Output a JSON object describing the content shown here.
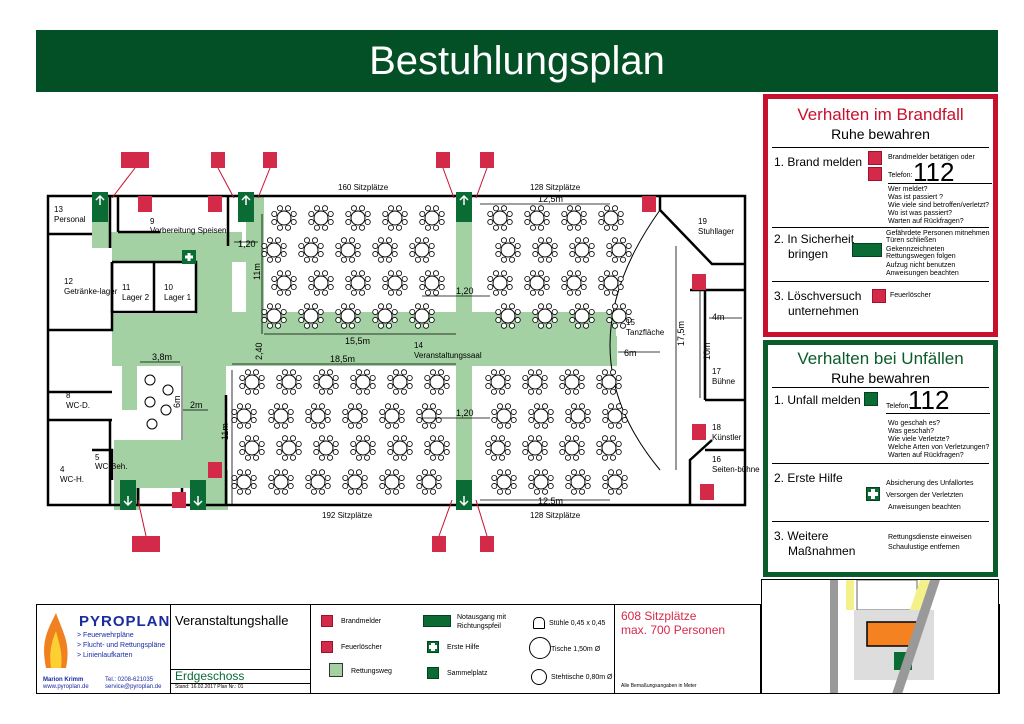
{
  "header": {
    "title": "Bestuhlungsplan"
  },
  "colors": {
    "header_green": "#034f26",
    "fire_red": "#c8102e",
    "accident_green": "#0a5c2a",
    "escape_route": "#a3d1a3",
    "sign_red": "#d42a4a",
    "sign_green": "#0a6b35"
  },
  "plan": {
    "rooms": [
      {
        "id": "13",
        "name": "Personal"
      },
      {
        "id": "9",
        "name": "Vorbereitung Speisen"
      },
      {
        "id": "12",
        "name": "Getränke-lager"
      },
      {
        "id": "11",
        "name": "Lager 2"
      },
      {
        "id": "10",
        "name": "Lager 1"
      },
      {
        "id": "8",
        "name": "WC-D."
      },
      {
        "id": "5",
        "name": "WC-Beh."
      },
      {
        "id": "4",
        "name": "WC-H."
      },
      {
        "id": "14",
        "name": "Veranstaltungssaal"
      },
      {
        "id": "15",
        "name": "Tanzfläche"
      },
      {
        "id": "19",
        "name": "Stuhllager"
      },
      {
        "id": "17",
        "name": "Bühne"
      },
      {
        "id": "18",
        "name": "Künstler"
      },
      {
        "id": "16",
        "name": "Seiten-bühne"
      }
    ],
    "seat_labels": {
      "top_left": "160 Sitzplätze",
      "top_right": "128 Sitzplätze",
      "bottom_left": "192 Sitzplätze",
      "bottom_right": "128 Sitzplätze"
    },
    "dimensions": {
      "aisle_top": "1,20",
      "hall_height_top": "11m",
      "aisle_mid_top": "1,20",
      "width_top": "15,5m",
      "corridor": "2,40",
      "width_bottom": "18,5m",
      "aisle_mid_bottom": "1,20",
      "hall_height_bottom": "11m",
      "right_top_width": "12,5m",
      "right_bottom_width": "12,5m",
      "dance_width": "6m",
      "dance_depth": "17,5m",
      "stage_width": "4m",
      "stage_depth": "10m",
      "standing_width": "3,8m",
      "standing_depth": "6m",
      "standing_aisle": "2m"
    }
  },
  "fire": {
    "title": "Verhalten im Brandfall",
    "subtitle": "Ruhe bewahren",
    "step1": {
      "label": "1. Brand melden",
      "line1": "Brandmelder betätigen oder",
      "phone_label": "Telefon:",
      "phone": "112",
      "questions": [
        "Wer meldet?",
        "Was ist passiert ?",
        "Wie viele sind betroffen/verletzt?",
        "Wo ist was passiert?",
        "Warten auf Rückfragen?"
      ]
    },
    "step2": {
      "label_a": "2. In Sicherheit",
      "label_b": "bringen",
      "lines": [
        "Gefährdete Personen mitnehmen",
        "Türen schließen",
        "Gekennzeichneten",
        "Rettungswegen folgen",
        "Aufzug nicht benutzen",
        "Anweisungen beachten"
      ]
    },
    "step3": {
      "label_a": "3. Löschversuch",
      "label_b": "unternehmen",
      "line": "Feuerlöscher"
    }
  },
  "accident": {
    "title": "Verhalten bei Unfällen",
    "subtitle": "Ruhe bewahren",
    "step1": {
      "label": "1. Unfall melden",
      "phone_label": "Telefon:",
      "phone": "112",
      "questions": [
        "Wo geschah es?",
        "Was geschah?",
        "Wie viele Verletzte?",
        "Welche Arten von Verletzungen?",
        "Warten auf Rückfragen?"
      ]
    },
    "step2": {
      "label": "2. Erste Hilfe",
      "lines": [
        "Absicherung des Unfallortes",
        "Versorgen der Verletzten",
        "Anweisungen beachten"
      ]
    },
    "step3": {
      "label_a": "3. Weitere",
      "label_b": "Maßnahmen",
      "lines": [
        "Rettungsdienste einweisen",
        "Schaulustige entfernen"
      ]
    }
  },
  "footer": {
    "company": "PYROPLAN",
    "services": [
      "Feuerwehrpläne",
      "Flucht- und Rettungspläne",
      "Linienlaufkarten"
    ],
    "person": "Marion Krimm",
    "website": "www.pyroplan.de",
    "phone": "Tel.: 0208-621035",
    "email": "service@pyroplan.de",
    "building": "Veranstaltungshalle",
    "floor": "Erdgeschoss",
    "status": "Stand: 16.02.2017 Plan Nr.: 01",
    "legend": [
      {
        "icon": "fire-alarm-icon",
        "label": "Brandmelder"
      },
      {
        "icon": "fire-extinguisher-icon",
        "label": "Feuerlöscher"
      },
      {
        "icon": "escape-route-swatch",
        "label": "Rettungsweg"
      },
      {
        "icon": "emergency-exit-icon",
        "label": "Notausgang mit Richtungspfeil"
      },
      {
        "icon": "first-aid-icon",
        "label": "Erste Hilfe"
      },
      {
        "icon": "assembly-point-icon",
        "label": "Sammelplatz"
      },
      {
        "icon": "chair-icon",
        "label": "Stühle 0,45 x 0,45"
      },
      {
        "icon": "table-icon",
        "label": "Tische 1,50m Ø"
      },
      {
        "icon": "standing-table-icon",
        "label": "Stehtische 0,80m Ø"
      }
    ],
    "capacity_seats": "608 Sitzplätze",
    "capacity_persons": "max. 700 Personen",
    "note": "Alle Bemaßungsangaben in Meter"
  }
}
